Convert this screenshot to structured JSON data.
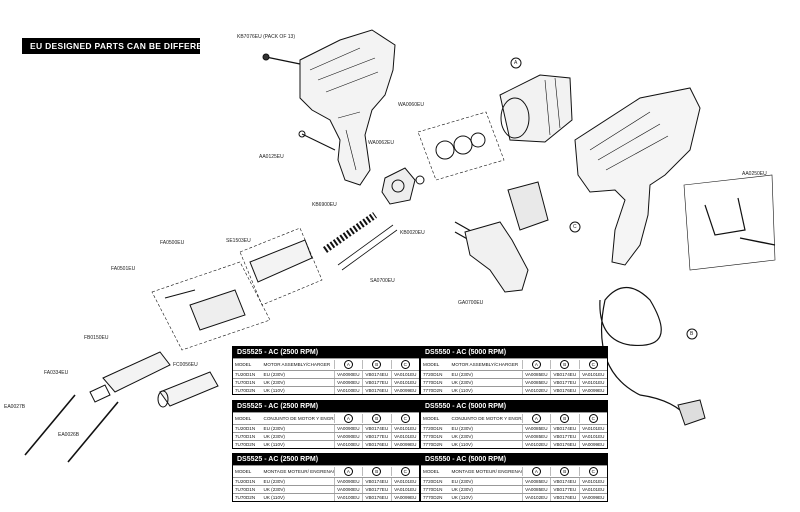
{
  "banner": "EU DESIGNED PARTS CAN BE DIFFERENT",
  "callouts": {
    "kb7076eu": "KB7076EU (PACK OF 13)",
    "aa0125eu": "AA0125EU",
    "wa0060eu": "WA0060EU",
    "wa0062eu": "WA0062EU",
    "kb6900eu": "KB6900EU",
    "kb0020eu": "KB0020EU",
    "se1503eu": "SE1503EU",
    "sa0700eu": "SA0700EU",
    "ga0700eu": "GA0700EU",
    "aa0250eu": "AA0250EU",
    "fa0500eu": "FA0500EU",
    "fa0501eu": "FA0501EU",
    "fb0150eu": "FB0150EU",
    "fc0056eu": "FC0056EU",
    "fa0334eu": "FA0334EU",
    "ea0027b": "EA0027B",
    "ea0026b": "EA0026B",
    "marker_a": "A",
    "marker_b": "B",
    "marker_c": "C"
  },
  "tables": [
    {
      "title": "DS5525 - AC (2500 RPM)",
      "col_model": "MODEL",
      "col_desc": "MOTOR ASSEMBLY/CHARGER",
      "cols": [
        "A",
        "B",
        "C"
      ],
      "rows": [
        [
          "7U20D1N",
          "EU (230V)",
          "VA0090EU",
          "VB0174EU",
          "VA0101EU"
        ],
        [
          "7U70D1N",
          "UK (230V)",
          "VA0090EU",
          "VB0177EU",
          "VA0101EU"
        ],
        [
          "7U70D2N",
          "UK (110V)",
          "VA0100EU",
          "VB0176EU",
          "VA0099EU"
        ]
      ]
    },
    {
      "title": "DS5550 - AC (5000 RPM)",
      "col_model": "MODEL",
      "col_desc": "MOTOR ASSEMBLY/CHARGER",
      "cols": [
        "A",
        "B",
        "C"
      ],
      "rows": [
        [
          "7720D1N",
          "EU (230V)",
          "VA0085EU",
          "VB0174EU",
          "VA0101EU"
        ],
        [
          "7770D1N",
          "UK (230V)",
          "VA0085EU",
          "VB0177EU",
          "VA0101EU"
        ],
        [
          "7770D2N",
          "UK (110V)",
          "VA0102EU",
          "VB0176EU",
          "VA0099EU"
        ]
      ]
    },
    {
      "title": "DS5525 - AC (2500 RPM)",
      "col_model": "MODEL",
      "col_desc": "CONJUNTO DE MOTOR Y ENGRANAJE/CARGADOR",
      "cols": [
        "A",
        "B",
        "C"
      ],
      "rows": [
        [
          "7U20D1N",
          "EU (230V)",
          "VA0090EU",
          "VB0174EU",
          "VA0101EU"
        ],
        [
          "7U70D1N",
          "UK (230V)",
          "VA0090EU",
          "VB0177EU",
          "VA0101EU"
        ],
        [
          "7U70D2N",
          "UK (110V)",
          "VA0100EU",
          "VB0176EU",
          "VA0099EU"
        ]
      ]
    },
    {
      "title": "DS5550 - AC (5000 RPM)",
      "col_model": "MODEL",
      "col_desc": "CONJUNTO DE MOTOR Y ENGRANAJE/CARGADOR",
      "cols": [
        "A",
        "B",
        "C"
      ],
      "rows": [
        [
          "7720D1N",
          "EU (230V)",
          "VA0085EU",
          "VB0174EU",
          "VA0101EU"
        ],
        [
          "7770D1N",
          "UK (230V)",
          "VA0085EU",
          "VB0177EU",
          "VA0101EU"
        ],
        [
          "7770D2N",
          "UK (110V)",
          "VA0102EU",
          "VB0176EU",
          "VA0099EU"
        ]
      ]
    },
    {
      "title": "DS5525 - AC (2500 RPM)",
      "col_model": "MODEL",
      "col_desc": "MONTAGE MOTEUR/ ENGRENAGES/CHARGEUR",
      "cols": [
        "A",
        "B",
        "C"
      ],
      "rows": [
        [
          "7U20D1N",
          "EU (230V)",
          "VA0090EU",
          "VB0174EU",
          "VA0101EU"
        ],
        [
          "7U70D1N",
          "UK (230V)",
          "VA0090EU",
          "VB0177EU",
          "VA0101EU"
        ],
        [
          "7U70D2N",
          "UK (110V)",
          "VA0100EU",
          "VB0176EU",
          "VA0099EU"
        ]
      ]
    },
    {
      "title": "DS5550 - AC (5000 RPM)",
      "col_model": "MODEL",
      "col_desc": "MONTAGE MOTEUR/ ENGRENAGES/CHARGEUR",
      "cols": [
        "A",
        "B",
        "C"
      ],
      "rows": [
        [
          "7720D1N",
          "EU (230V)",
          "VA0085EU",
          "VB0174EU",
          "VA0101EU"
        ],
        [
          "7770D1N",
          "UK (230V)",
          "VA0085EU",
          "VB0177EU",
          "VA0101EU"
        ],
        [
          "7770D2N",
          "UK (110V)",
          "VA0102EU",
          "VB0176EU",
          "VA0099EU"
        ]
      ]
    }
  ]
}
